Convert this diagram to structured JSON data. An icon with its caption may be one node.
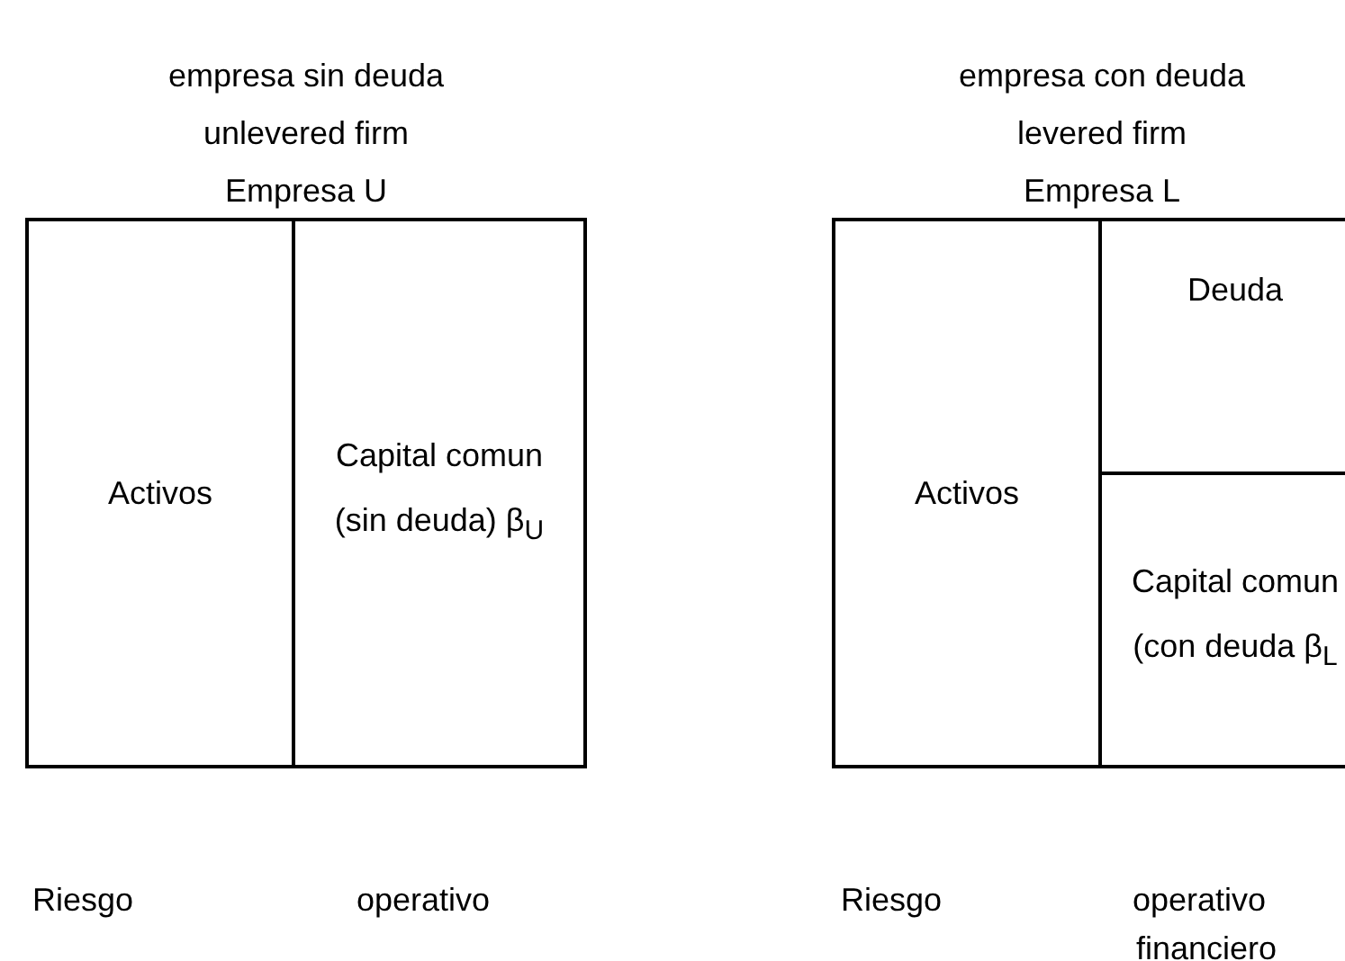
{
  "diagram": {
    "nodes": [
      {
        "text": [
          "empresa sin deuda",
          "unlevered firm",
          "Empresa U"
        ]
      },
      {
        "text": [
          "Activos"
        ],
        "in": 0
      },
      {
        "text": [
          "Capital comun (sin deuda) β$_{U}$"
        ],
        "in": 0
      },
      {
        "text": [
          "empresa con deuda",
          "levered firm",
          "Empresa L"
        ]
      },
      {
        "text": [
          "Activos"
        ],
        "in": 3
      },
      {
        "text": [
          "Deuda"
        ],
        "in": 3
      },
      {
        "text": [
          "Capital comun (con deuda β$_{L}$"
        ],
        "in": 3
      }
    ],
    "labels": [
      "Riesgo",
      "operativo",
      "Riesgo",
      "operativo",
      "financiero"
    ]
  }
}
